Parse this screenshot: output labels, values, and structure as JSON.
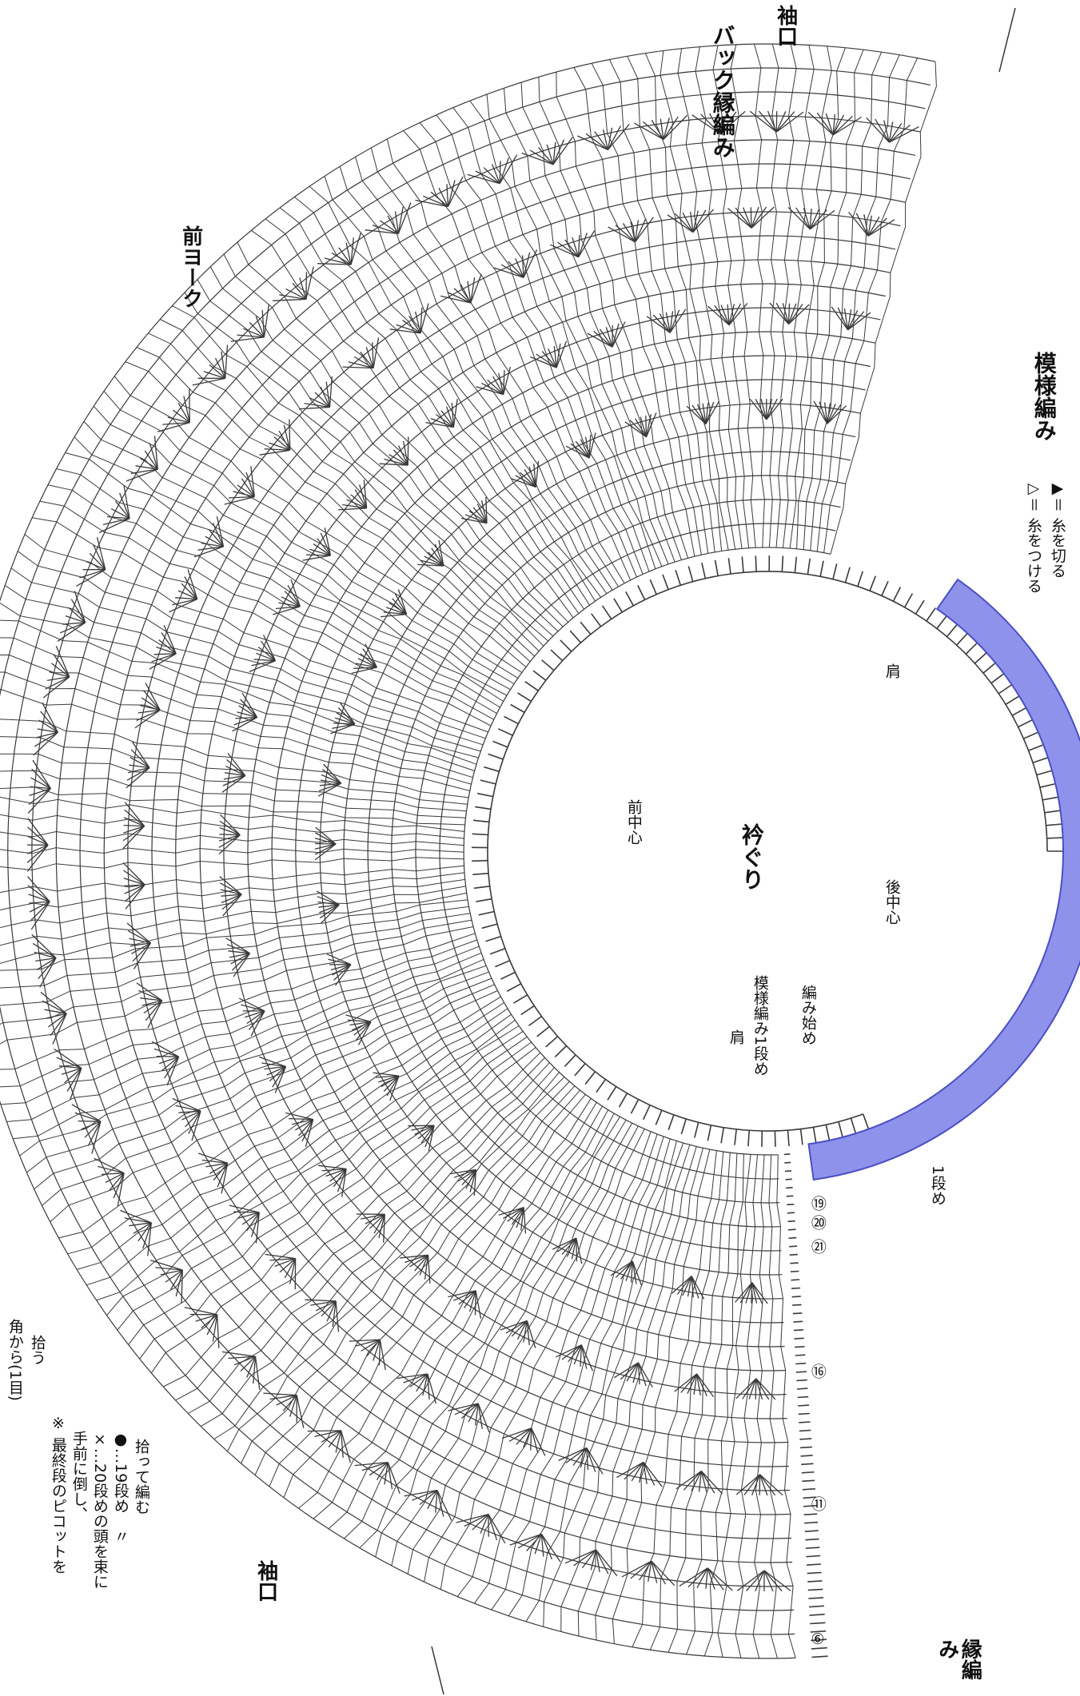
{
  "labels": {
    "sode_top": "袖口",
    "back_border": "バック縁編み",
    "front_yoke": "前ヨーク",
    "pattern_border": "模様編み",
    "legend_attach": "▷＝ 糸をつける",
    "legend_cut": "▶＝ 糸を切る",
    "neckline": "衿ぐり",
    "front_center": "前中心",
    "back_center": "後中心",
    "shoulder_top": "肩",
    "shoulder_bottom": "肩",
    "start_row1": "模様編み1段め",
    "start_knit": "編み始め",
    "row1": "1段め",
    "corner_note_1": "角から(1目)",
    "corner_note_2": "拾う",
    "note_1": "※ 最終段のピコットを",
    "note_2": "手前に倒し、",
    "note_3": "×…20段めの頭を束に",
    "note_4": "●…19段め　〃",
    "note_5": "拾って編む",
    "sode_bottom": "袖口",
    "bottom_border": "縁編み"
  },
  "row_markers": [
    "⑲",
    "⑳",
    "㉑",
    "⑯",
    "⑪",
    "⑥"
  ],
  "colors": {
    "ink": "#3a3a3a",
    "highlight": "#7b7fe8",
    "highlight_stroke": "#4a4fc4",
    "background": "#ffffff"
  }
}
